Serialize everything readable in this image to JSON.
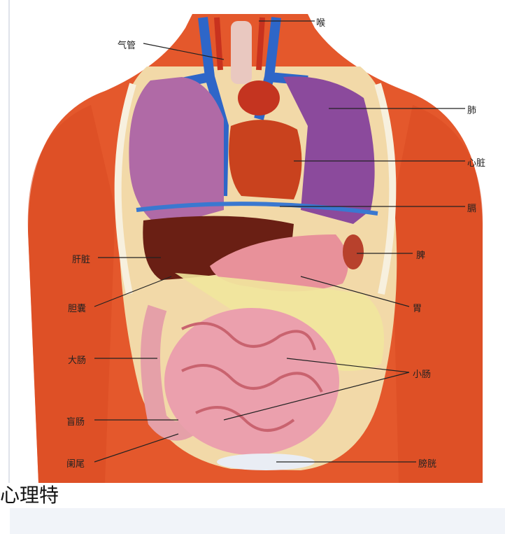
{
  "organs": {
    "throat": "喉",
    "trachea": "气管",
    "lung": "肺",
    "heart": "心脏",
    "diaphragm": "膈",
    "liver": "肝脏",
    "spleen": "脾",
    "gallbladder": "胆囊",
    "stomach": "胃",
    "large_intestine": "大肠",
    "small_intestine": "小肠",
    "cecum": "盲肠",
    "appendix": "阑尾",
    "bladder": "膀胱"
  },
  "caption": "心理特"
}
